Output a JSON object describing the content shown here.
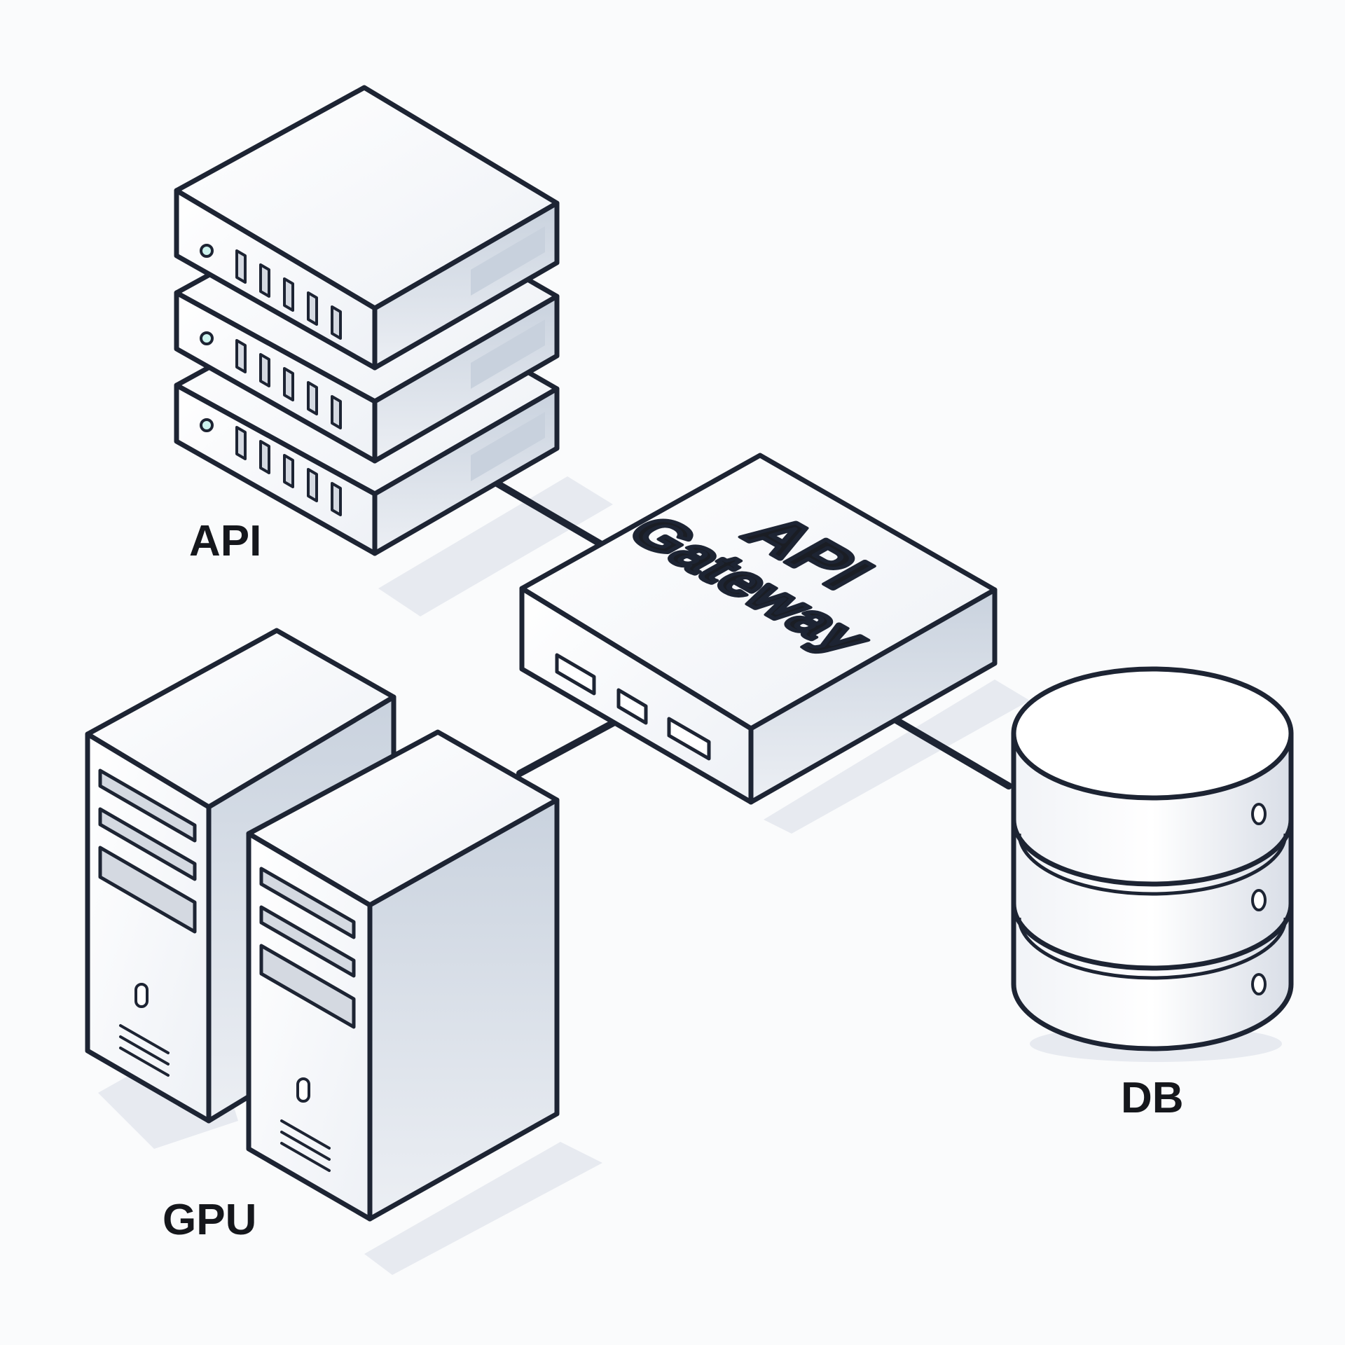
{
  "diagram": {
    "nodes": {
      "api_servers": {
        "label": "API",
        "units": 3
      },
      "gateway": {
        "label_line1": "API",
        "label_line2": "Gateway"
      },
      "gpu_servers": {
        "label": "GPU",
        "units": 2
      },
      "database": {
        "label": "DB",
        "disks": 3
      }
    },
    "connections": [
      {
        "from": "api_servers",
        "to": "gateway"
      },
      {
        "from": "gpu_servers",
        "to": "gateway"
      },
      {
        "from": "gateway",
        "to": "database"
      }
    ]
  }
}
